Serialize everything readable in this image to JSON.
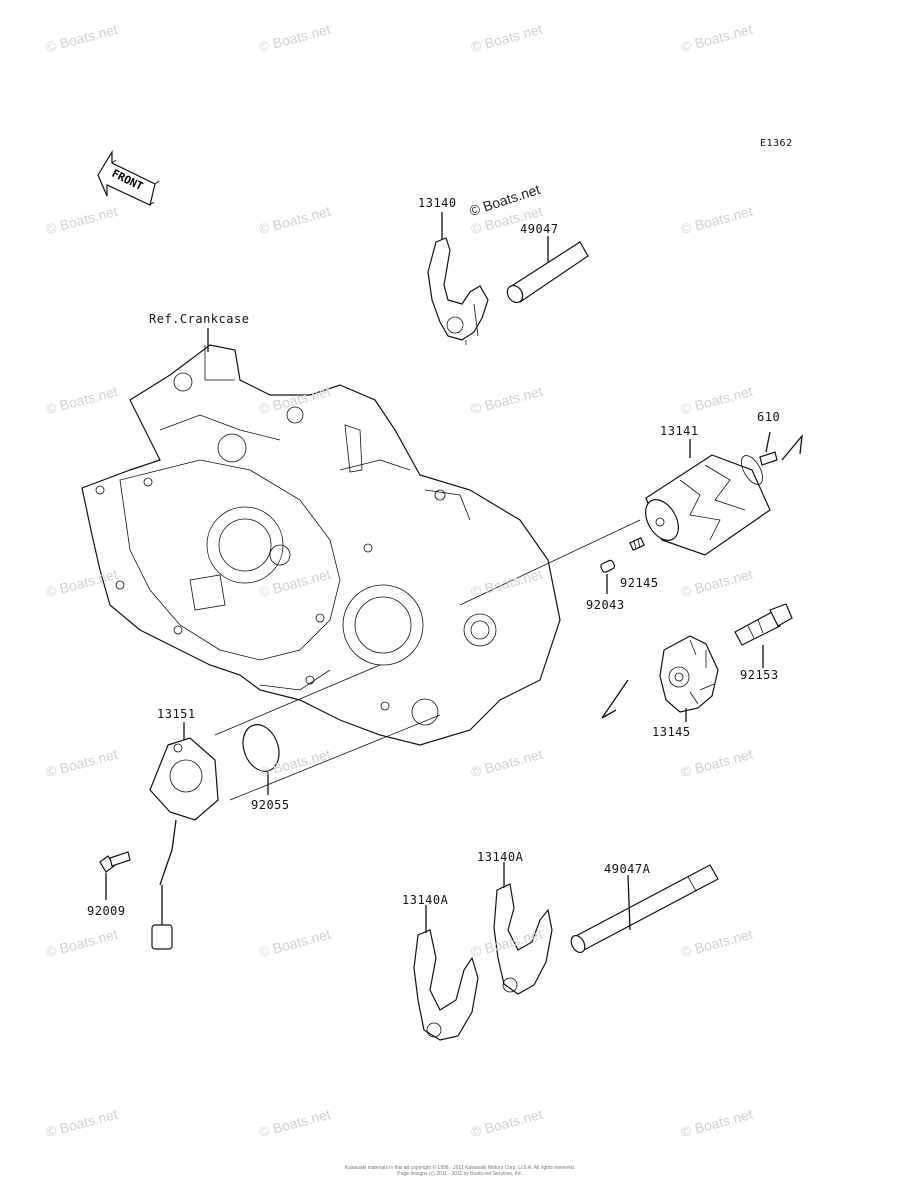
{
  "diagram_code": "E1362",
  "front_arrow_label": "FRONT",
  "watermark_text": "© Boats.net",
  "labels": {
    "ref_crankcase": "Ref.Crankcase",
    "p13140": "13140",
    "p49047": "49047",
    "p13141": "13141",
    "p610": "610",
    "p92145": "92145",
    "p92043": "92043",
    "p92153": "92153",
    "p13145": "13145",
    "p13151": "13151",
    "p92055": "92055",
    "p92009": "92009",
    "p13140A_top": "13140A",
    "p13140A_left": "13140A",
    "p49047A": "49047A"
  },
  "footer": {
    "line1": "Kawasaki materials in this ad copyright © 1998 - 2011 Kawasaki Motors Corp. U.S.A. All rights reserved.",
    "line2": "Page designs (c) 2011 - 2011 by Boats.net Services, Inc."
  }
}
